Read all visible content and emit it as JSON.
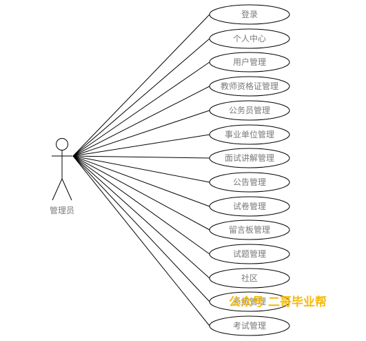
{
  "actor": {
    "label": "管理员"
  },
  "use_cases": [
    {
      "label": "登录"
    },
    {
      "label": "个人中心"
    },
    {
      "label": "用户管理"
    },
    {
      "label": "教师资格证管理"
    },
    {
      "label": "公务员管理"
    },
    {
      "label": "事业单位管理"
    },
    {
      "label": "面试讲解管理"
    },
    {
      "label": "公告管理"
    },
    {
      "label": "试卷管理"
    },
    {
      "label": "留言板管理"
    },
    {
      "label": "试题管理"
    },
    {
      "label": "社区"
    },
    {
      "label": "系统管理"
    },
    {
      "label": "考试管理"
    }
  ],
  "watermark": {
    "text": "公众号 二哥毕业帮"
  },
  "colors": {
    "line": "#000000",
    "text": "#7a7a7a",
    "watermark": "#f5b800"
  }
}
